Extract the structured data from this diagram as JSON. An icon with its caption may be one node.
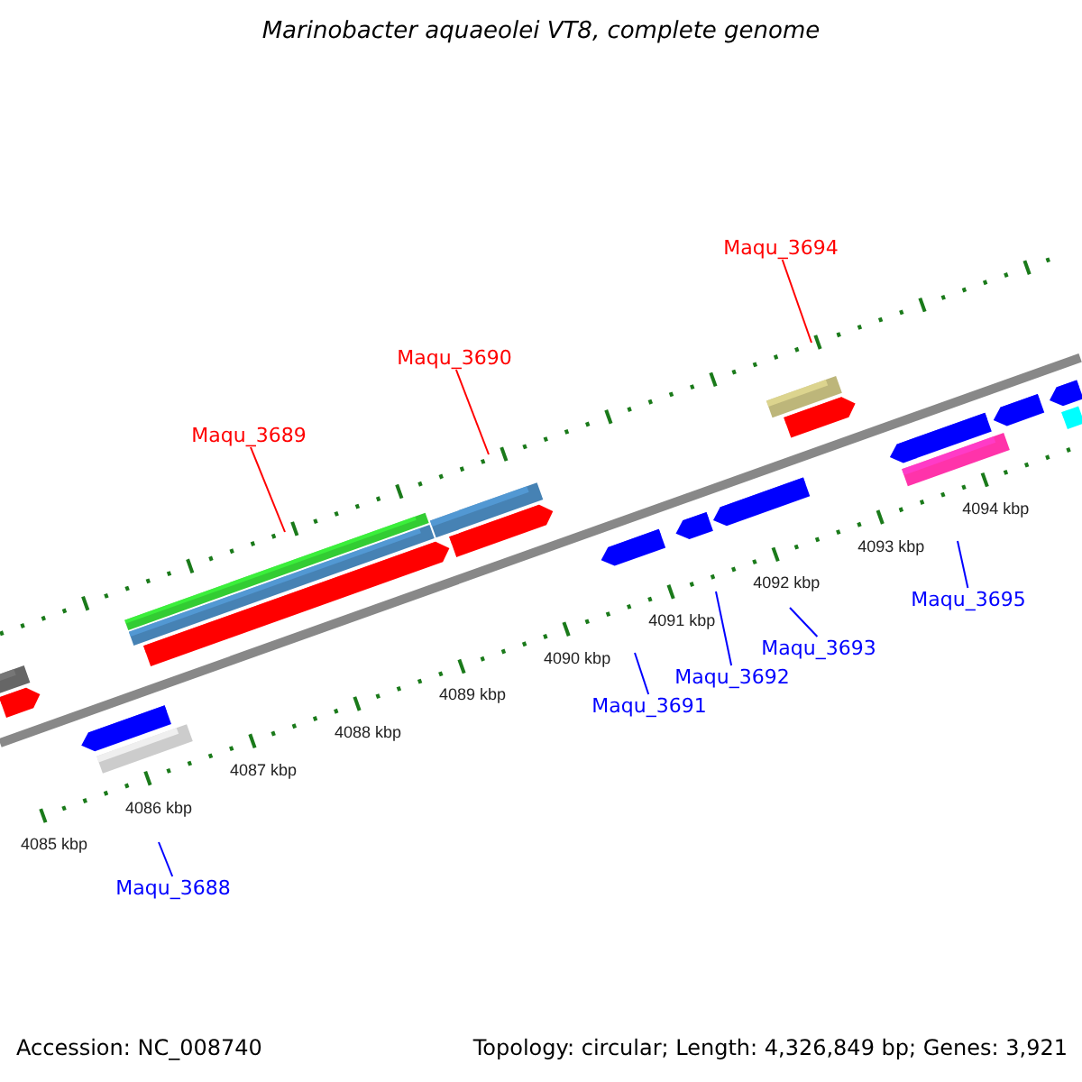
{
  "diagram": {
    "title": "Marinobacter aquaeolei VT8, complete genome",
    "nodes": [
      {
        "text": [
          "Maqu_3694"
        ]
      },
      {
        "text": [
          "Maqu_3690"
        ]
      },
      {
        "text": [
          "Maqu_3689"
        ]
      },
      {
        "text": [
          "Maqu_3695"
        ]
      },
      {
        "text": [
          "Maqu_3693"
        ]
      },
      {
        "text": [
          "Maqu_3692"
        ]
      },
      {
        "text": [
          "Maqu_3691"
        ]
      },
      {
        "text": [
          "Maqu_3688"
        ]
      }
    ],
    "edges": [
      {
        "from": 0,
        "to": null,
        "arrow": "none",
        "color": "#ff0000"
      },
      {
        "from": 1,
        "to": null,
        "arrow": "none",
        "color": "#ff0000"
      },
      {
        "from": 2,
        "to": null,
        "arrow": "none",
        "color": "#ff0000"
      },
      {
        "from": 3,
        "to": null,
        "arrow": "none"
      },
      {
        "from": 4,
        "to": null,
        "arrow": "none"
      },
      {
        "from": 5,
        "to": null,
        "arrow": "none"
      },
      {
        "from": 6,
        "to": null,
        "arrow": "none"
      },
      {
        "from": 7,
        "to": null,
        "arrow": "none"
      }
    ],
    "labels": [
      "4094 kbp",
      "4093 kbp",
      "4092 kbp",
      "4091 kbp",
      "4090 kbp",
      "4089 kbp",
      "4088 kbp",
      "4087 kbp",
      "4086 kbp",
      "4085 kbp",
      "Accession: NC_008740",
      "Topology: circular; Length: 4,326,849 bp; Genes: 3,921"
    ]
  }
}
